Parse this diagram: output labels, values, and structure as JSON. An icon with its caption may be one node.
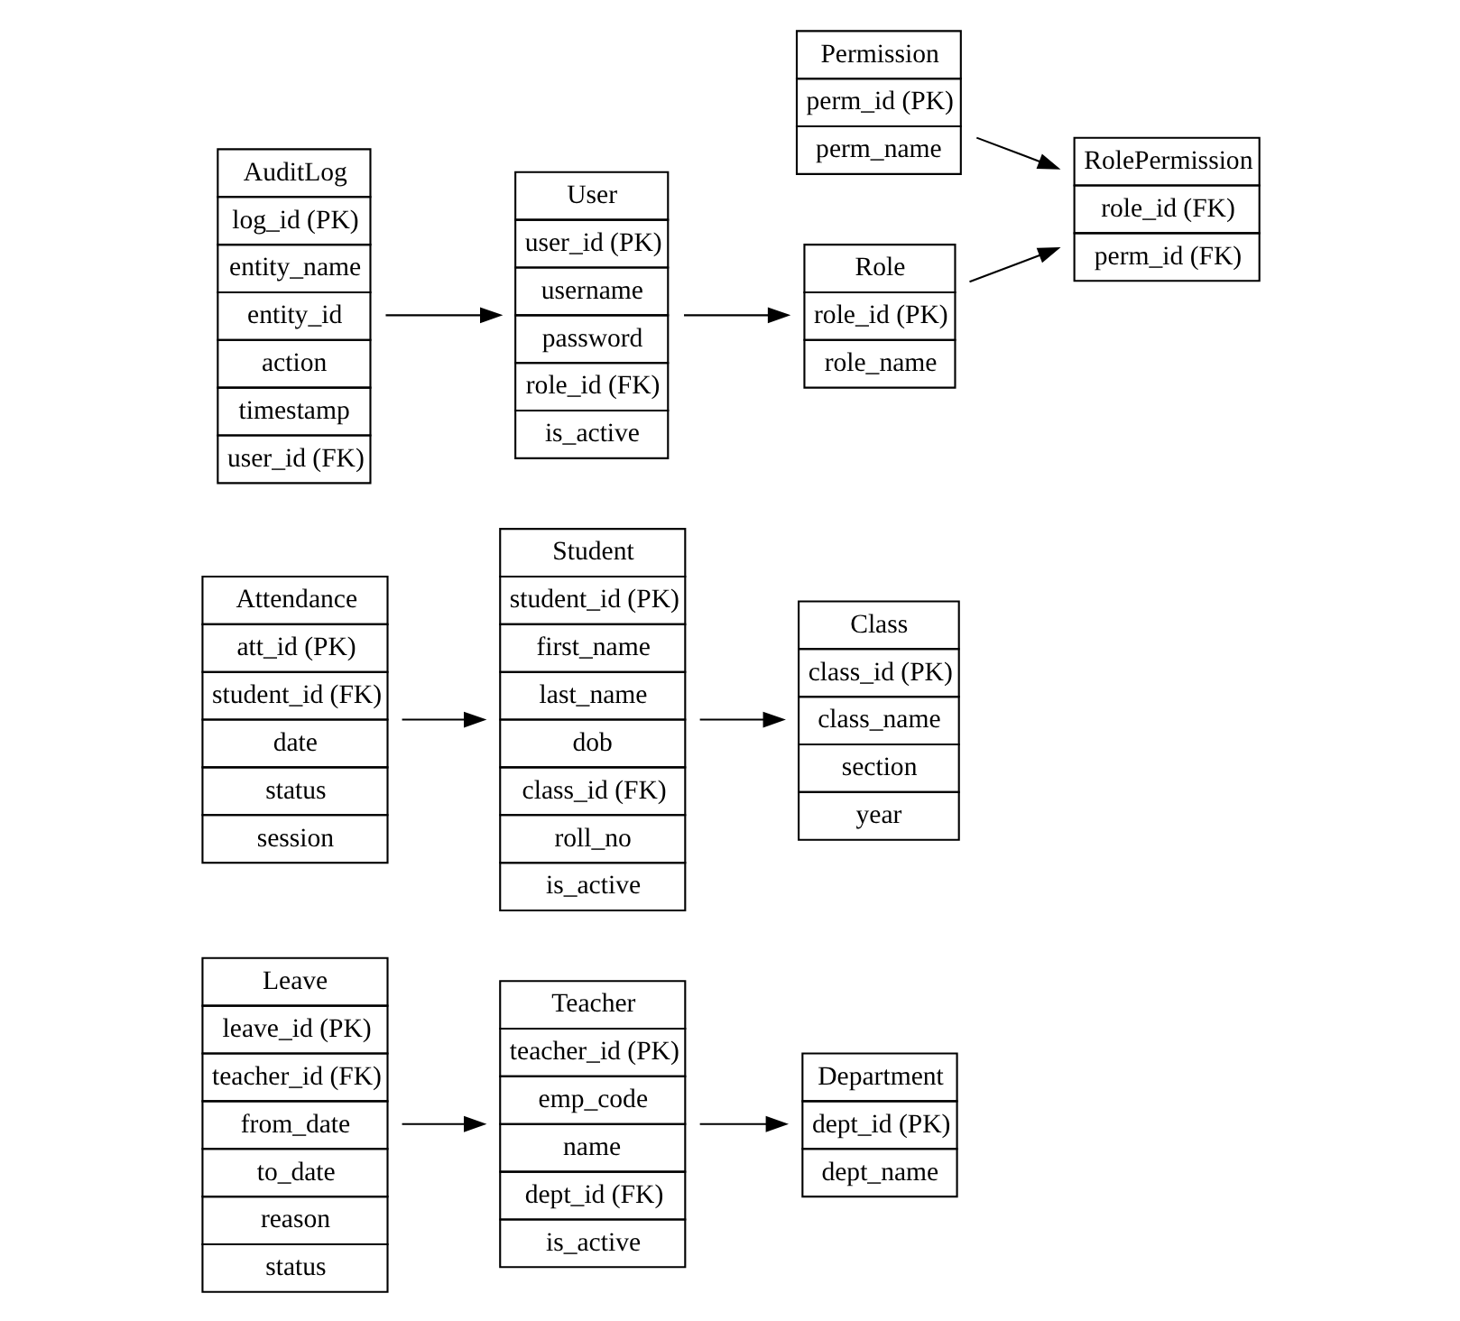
{
  "diagram": {
    "nodes": [
      {
        "text": [
          "Leave",
          "leave_id (PK)",
          "teacher_id (FK)",
          "from_date",
          "to_date",
          "reason",
          "status"
        ]
      },
      {
        "text": [
          "Teacher",
          "teacher_id (PK)",
          "emp_code",
          "name",
          "dept_id (FK)",
          "is_active"
        ]
      },
      {
        "text": [
          "Department",
          "dept_id (PK)",
          "dept_name"
        ]
      },
      {
        "text": [
          "Attendance",
          "att_id (PK)",
          "student_id (FK)",
          "date",
          "status",
          "session"
        ]
      },
      {
        "text": [
          "Student",
          "student_id (PK)",
          "first_name",
          "last_name",
          "dob",
          "class_id (FK)",
          "roll_no",
          "is_active"
        ]
      },
      {
        "text": [
          "Class",
          "class_id (PK)",
          "class_name",
          "section",
          "year"
        ]
      },
      {
        "text": [
          "Permission",
          "perm_id (PK)",
          "perm_name"
        ]
      },
      {
        "text": [
          "RolePermission",
          "role_id (FK)",
          "perm_id (FK)"
        ]
      },
      {
        "text": [
          "AuditLog",
          "log_id (PK)",
          "entity_name",
          "entity_id",
          "action",
          "timestamp",
          "user_id (FK)"
        ]
      },
      {
        "text": [
          "User",
          "user_id (PK)",
          "username",
          "password",
          "role_id (FK)",
          "is_active"
        ]
      },
      {
        "text": [
          "Role",
          "role_id (PK)",
          "role_name"
        ]
      }
    ],
    "edges": [
      {
        "from": 0,
        "to": 1,
        "arrow": "to"
      },
      {
        "from": 1,
        "to": 2,
        "arrow": "to"
      },
      {
        "from": 3,
        "to": 4,
        "arrow": "to"
      },
      {
        "from": 4,
        "to": 5,
        "arrow": "to"
      },
      {
        "from": 8,
        "to": 9,
        "arrow": "to"
      },
      {
        "from": 9,
        "to": 10,
        "arrow": "to"
      },
      {
        "from": 6,
        "to": 7,
        "arrow": "to"
      },
      {
        "from": 10,
        "to": 7,
        "arrow": "to"
      }
    ]
  }
}
